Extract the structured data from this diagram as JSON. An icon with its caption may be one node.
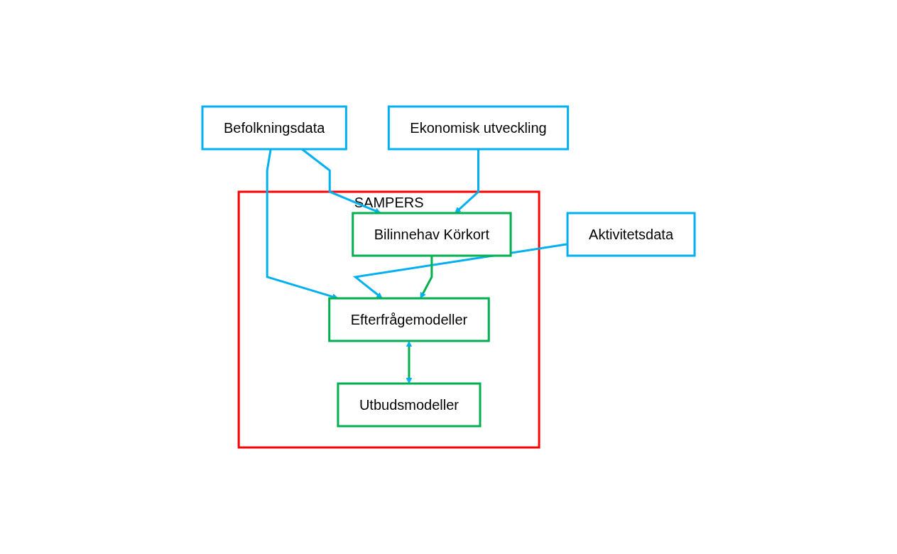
{
  "diagram": {
    "nodes": [
      {
        "text": [
          "Befolkningsdata"
        ]
      },
      {
        "text": [
          "Ekonomisk utveckling"
        ]
      },
      {
        "text": [
          "Aktivitetsdata"
        ]
      },
      {
        "text": [
          "SAMPERS"
        ]
      },
      {
        "text": [
          "Bilinnehav Körkort"
        ],
        "in": 3
      },
      {
        "text": [
          "Efterfrågemodeller"
        ],
        "in": 3
      },
      {
        "text": [
          "Utbudsmodeller"
        ],
        "in": 3
      }
    ],
    "edges": [
      {
        "from": 0,
        "to": 4,
        "arrow": "to"
      },
      {
        "from": 0,
        "to": 5,
        "arrow": "to"
      },
      {
        "from": 1,
        "to": 4,
        "arrow": "to"
      },
      {
        "from": 2,
        "to": 5,
        "arrow": "to"
      },
      {
        "from": 4,
        "to": 5,
        "arrow": "to",
        "color": "#00b050"
      },
      {
        "from": 5,
        "to": 6,
        "arrow": "both",
        "color": "#00b050"
      }
    ]
  }
}
